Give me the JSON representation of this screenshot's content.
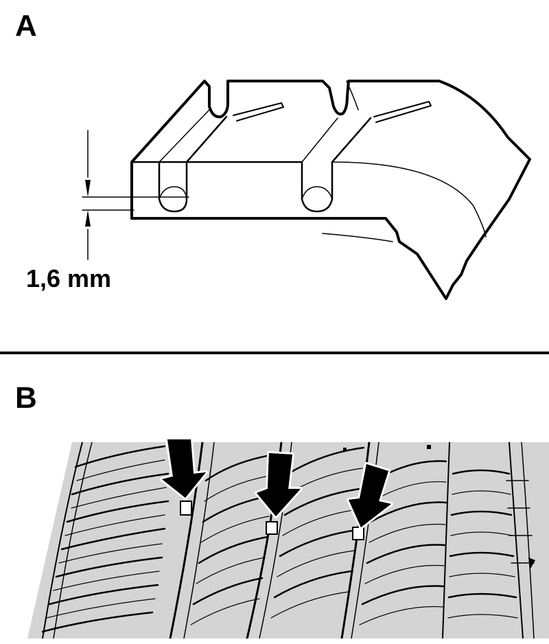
{
  "panel_a": {
    "label": "A",
    "dimension_label": "1,6 mm"
  },
  "panel_b": {
    "label": "B",
    "indicator_count": 3
  },
  "colors": {
    "line": "#000000",
    "background": "#ffffff",
    "tread_gray": "#d4d4d4"
  }
}
